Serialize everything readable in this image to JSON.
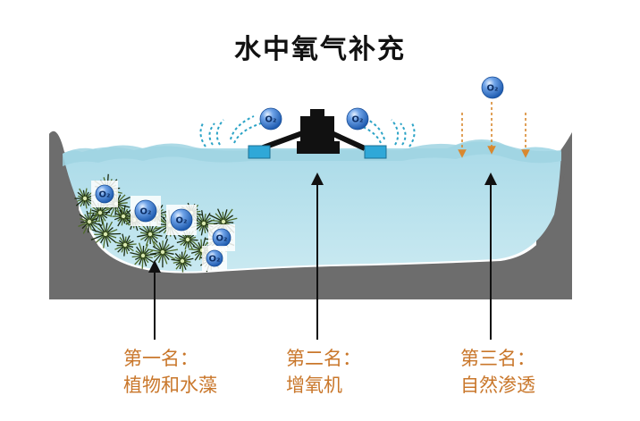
{
  "title": "水中氧气补充",
  "o2_symbol": "O₂",
  "sources": [
    {
      "rank": "第一名：",
      "name": "植物和水藻"
    },
    {
      "rank": "第二名：",
      "name": "增氧机"
    },
    {
      "rank": "第三名：",
      "name": "自然渗透"
    }
  ],
  "colors": {
    "water": "#bfe4ee",
    "water_surface": "#9fd3e2",
    "ground": "#6d6d6d",
    "caption": "#c9772b",
    "arrow": "#111111",
    "diffusion_arrow": "#d9882f",
    "bubble": "#2b6ec4",
    "aerator_body": "#111111",
    "aerator_float": "#2fa8d8",
    "spray": "#2ba3c6"
  }
}
